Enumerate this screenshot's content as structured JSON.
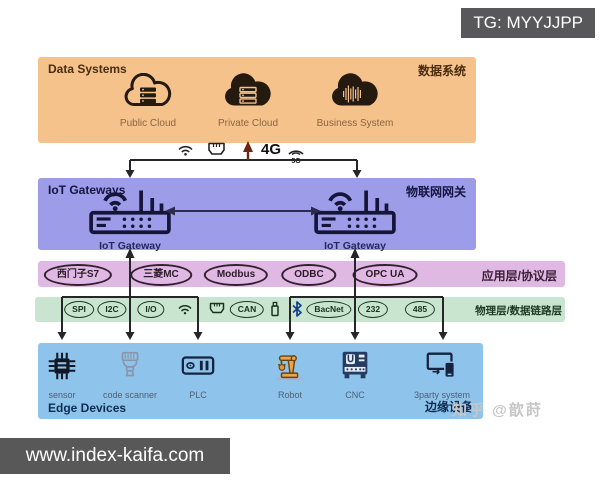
{
  "tg_badge": "TG: MYYJJPP",
  "site_badge": "www.index-kaifa.com",
  "watermark": "知乎 @歆莳",
  "colors": {
    "data_systems_bg": "#f5c28c",
    "gateways_bg": "#9c9ce9",
    "application_bg": "#dfb9e3",
    "physical_bg": "#c9e5cf",
    "edge_bg": "#8ec4ec",
    "badge_bg": "#58585a",
    "icon_dark": "#241a10",
    "wire": "#26262a",
    "uplink_arrow_accent": "#6e2414"
  },
  "data_systems": {
    "title": "Data Systems",
    "title_zh": "数据系统",
    "nodes": [
      "Public Cloud",
      "Private Cloud",
      "Business System"
    ]
  },
  "uplink": {
    "label_4g": "4G",
    "label_5g": "5G"
  },
  "gateways": {
    "title": "IoT Gateways",
    "title_zh": "物联网网关",
    "nodes": [
      "IoT Gateway",
      "IoT Gateway"
    ]
  },
  "application_layer": {
    "title_zh": "应用层/协议层",
    "protocols": [
      "西门子S7",
      "三菱MC",
      "Modbus",
      "ODBC",
      "OPC UA"
    ]
  },
  "physical_layer": {
    "title_zh": "物理层/数据链路层",
    "protocols": [
      "SPI",
      "I2C",
      "I/O",
      "CAN",
      "BacNet",
      "232",
      "485"
    ]
  },
  "edge_devices": {
    "title": "Edge Devices",
    "title_zh": "边缘设备",
    "nodes": [
      "sensor",
      "code scanner",
      "PLC",
      "Robot",
      "CNC",
      "3party system"
    ]
  }
}
